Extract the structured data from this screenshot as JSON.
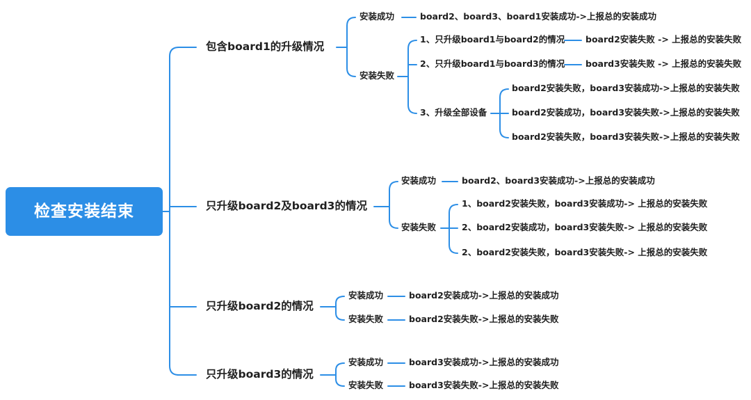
{
  "root": {
    "label": "检查安装结束"
  },
  "line_color": "#2c8ee6",
  "root_color": "#2c8ee6",
  "b1": {
    "label": "包含board1的升级情况",
    "success": {
      "label": "安装成功",
      "result": "board2、board3、board1安装成功->上报总的安装成功"
    },
    "fail": {
      "label": "安装失败",
      "case1": {
        "label": "1、只升级board1与board2的情况",
        "result": "board2安装失败 -> 上报总的安装失败"
      },
      "case2": {
        "label": "2、只升级board1与board3的情况",
        "result": "board3安装失败 -> 上报总的安装失败"
      },
      "case3": {
        "label": "3、升级全部设备",
        "results": [
          "board2安装失败，board3安装成功->上报总的安装失败",
          "board2安装成功，board3安装失败->上报总的安装失败",
          "board2安装失败，board3安装失败->上报总的安装失败"
        ]
      }
    }
  },
  "b2": {
    "label": "只升级board2及board3的情况",
    "success": {
      "label": "安装成功",
      "result": "board2、board3安装成功->上报总的安装成功"
    },
    "fail": {
      "label": "安装失败",
      "results": [
        "1、board2安装失败，board3安装成功-> 上报总的安装失败",
        "2、board2安装成功，board3安装失败-> 上报总的安装失败",
        "2、board2安装失败，board3安装失败-> 上报总的安装失败"
      ]
    }
  },
  "b3": {
    "label": "只升级board2的情况",
    "success": {
      "label": "安装成功",
      "result": "board2安装成功->上报总的安装成功"
    },
    "fail": {
      "label": "安装失败",
      "result": "board2安装失败->上报总的安装失败"
    }
  },
  "b4": {
    "label": "只升级board3的情况",
    "success": {
      "label": "安装成功",
      "result": "board3安装成功->上报总的安装成功"
    },
    "fail": {
      "label": "安装失败",
      "result": "board3安装失败->上报总的安装失败"
    }
  }
}
